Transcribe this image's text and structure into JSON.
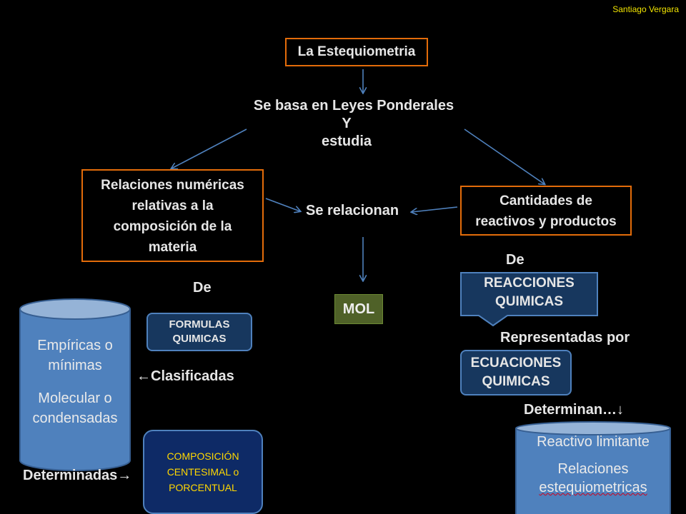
{
  "author": "Santiago Vergara",
  "nodes": {
    "title": "La Estequiometria",
    "basis_line1": "Se basa en Leyes Ponderales",
    "basis_line2": "Y",
    "basis_line3": "estudia",
    "relations": [
      "Relaciones numéricas",
      "relativas a la",
      "composición de la",
      "materia"
    ],
    "quantities": [
      "Cantidades de",
      "reactivos y productos"
    ],
    "se_relacionan": "Se relacionan",
    "mol": "MOL",
    "de_left": "De",
    "de_right": "De",
    "formulas": [
      "FORMULAS",
      "QUIMICAS"
    ],
    "reacciones": [
      "REACCIONES",
      "QUIMICAS"
    ],
    "representadas": "Representadas por",
    "ecuaciones": [
      "ECUACIONES",
      "QUIMICAS"
    ],
    "determinan": "Determinan…↓",
    "clasificadas": "←Clasificadas",
    "determinadas": "Determinadas→",
    "cyl_left": [
      "Empíricas o",
      "mínimas",
      "Molecular o",
      "condensadas"
    ],
    "composicion": [
      "COMPOSICIÓN",
      "CENTESIMAL o",
      "PORCENTUAL"
    ],
    "cyl_right": [
      "Reactivo limitante",
      "Relaciones",
      "estequiometricas"
    ]
  },
  "colors": {
    "background": "#000000",
    "orange_border": "#e36c0a",
    "arrow": "#4f81bd",
    "mol_fill": "#4f6128",
    "navy_fill": "#17375e",
    "cylinder_fill": "#4f81bd",
    "yellow_text": "#ffd700"
  }
}
